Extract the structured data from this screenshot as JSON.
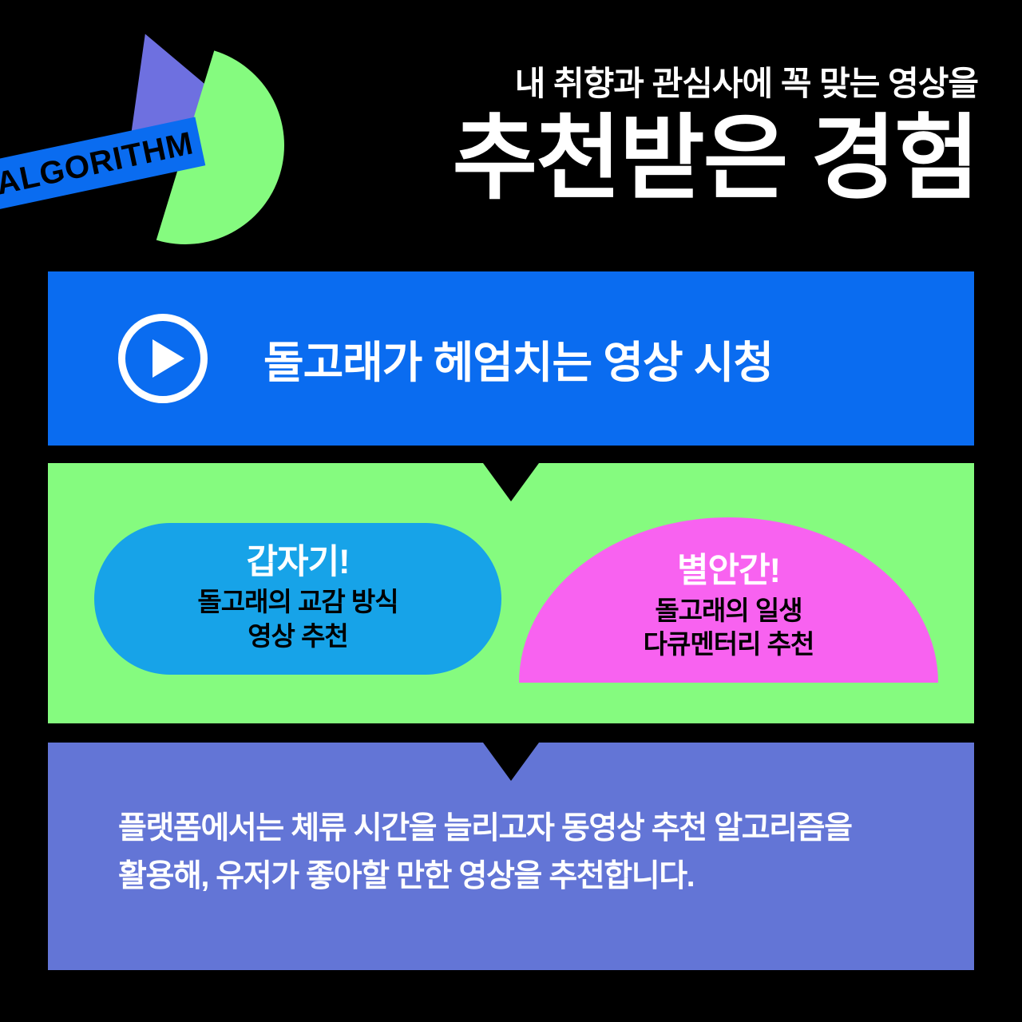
{
  "decor": {
    "tag_label": "ALGORITHM",
    "triangle_color": "#6e70e0",
    "halfdisc_color": "#85fb7f",
    "tag_bg": "#0a6cf0",
    "tag_text_color": "#000000"
  },
  "header": {
    "subtitle": "내 취향과 관심사에 꼭 맞는 영상을",
    "title": "추천받은 경험"
  },
  "banner": {
    "label": "돌고래가 헤엄치는 영상 시청",
    "bg": "#0a6cf0",
    "icon": "play-circle-icon"
  },
  "green_section": {
    "bg": "#85fb7f",
    "cards": [
      {
        "kicker": "갑자기!",
        "body": "돌고래의 교감 방식\n영상 추천",
        "bg": "#17a3e8",
        "shape": "pill"
      },
      {
        "kicker": "별안간!",
        "body": "돌고래의 일생\n다큐멘터리 추천",
        "bg": "#f862f0",
        "shape": "dome"
      }
    ]
  },
  "purple_section": {
    "bg": "#6375d6",
    "text": "플랫폼에서는 체류 시간을 늘리고자 동영상 추천 알고리즘을\n활용해, 유저가 좋아할 만한 영상을 추천합니다."
  }
}
